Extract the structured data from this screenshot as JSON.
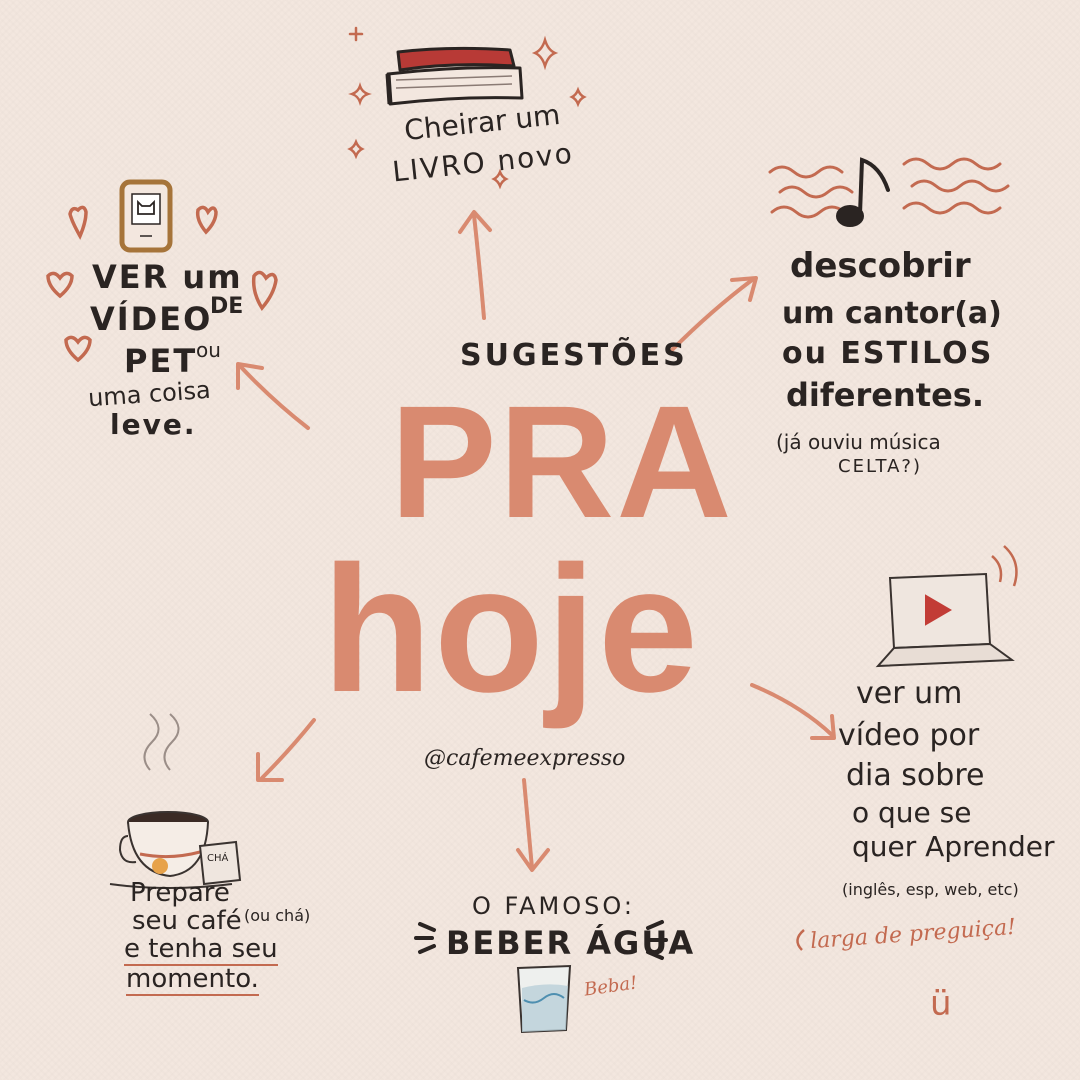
{
  "heading": {
    "kicker": "SUGESTÕES",
    "line1": "PRA",
    "line2": "hoje",
    "handle": "@cafemeexpresso"
  },
  "nodes": {
    "book": {
      "line1": "Cheirar um",
      "line2": "LIVRO novo"
    },
    "pet": {
      "line1": "VER um",
      "line2": "VÍDEO",
      "de": "DE",
      "line3": "PET",
      "ou": "ou",
      "line4": "uma coisa",
      "line5": "leve."
    },
    "music": {
      "line1": "descobrir",
      "line2": "um cantor(a)",
      "line3": "ou ESTILOS",
      "line4": "diferentes.",
      "note1": "(já ouviu música",
      "note2": "CELTA?)"
    },
    "video": {
      "line1": "ver um",
      "line2": "vídeo por",
      "line3": "dia sobre",
      "line4": "o que se",
      "line5": "quer Aprender",
      "note": "(inglês, esp, web, etc)",
      "aside": "larga de preguiça!",
      "face": "ü"
    },
    "coffee": {
      "line1": "Prepare",
      "line2": "seu café",
      "alt": "(ou chá)",
      "line3": "e tenha seu",
      "line4": "momento.",
      "tag": "CHÁ"
    },
    "water": {
      "line1": "O FAMOSO:",
      "line2": "BEBER ÁGUA",
      "aside": "Beba!"
    }
  },
  "colors": {
    "accent": "#c36a50",
    "title": "#d98a70",
    "ink": "#2a2422",
    "paper": "#f3e7df"
  }
}
